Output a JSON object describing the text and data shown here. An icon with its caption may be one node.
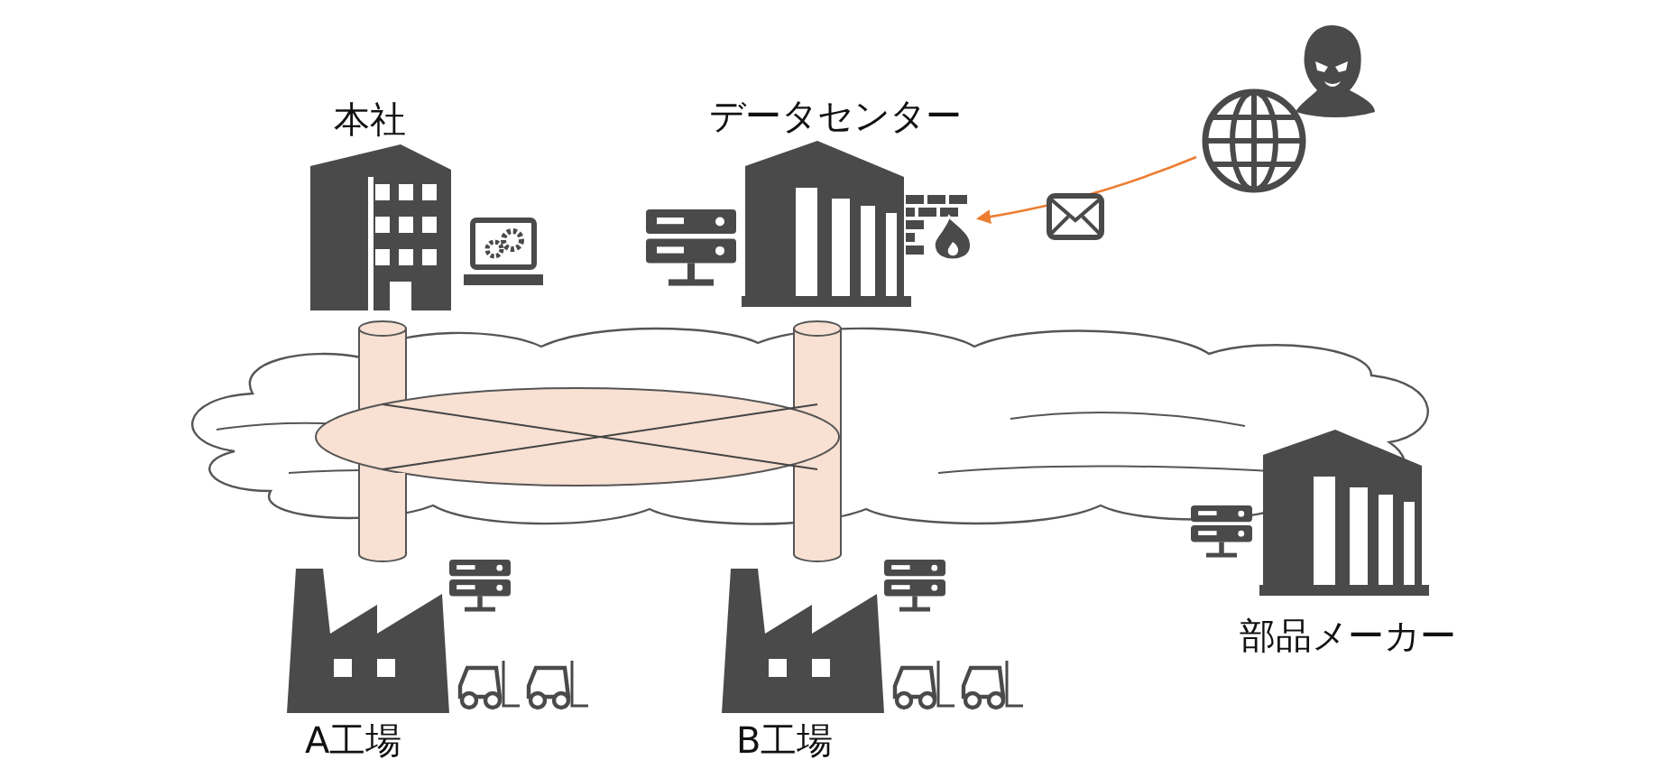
{
  "diagram": {
    "nodes": [
      {
        "text": [
          "本社"
        ]
      },
      {
        "text": [
          "データセンター"
        ]
      },
      {
        "text": [
          "A工場"
        ]
      },
      {
        "text": [
          "B工場"
        ]
      },
      {
        "text": [
          "部品メーカー"
        ]
      },
      {
        "text": [],
        "shape": "picture"
      },
      {
        "text": [],
        "shape": "picture"
      }
    ],
    "edges": [
      {
        "from": 5,
        "to": 6,
        "arrow": "to",
        "color": "#ed7d31"
      }
    ]
  }
}
